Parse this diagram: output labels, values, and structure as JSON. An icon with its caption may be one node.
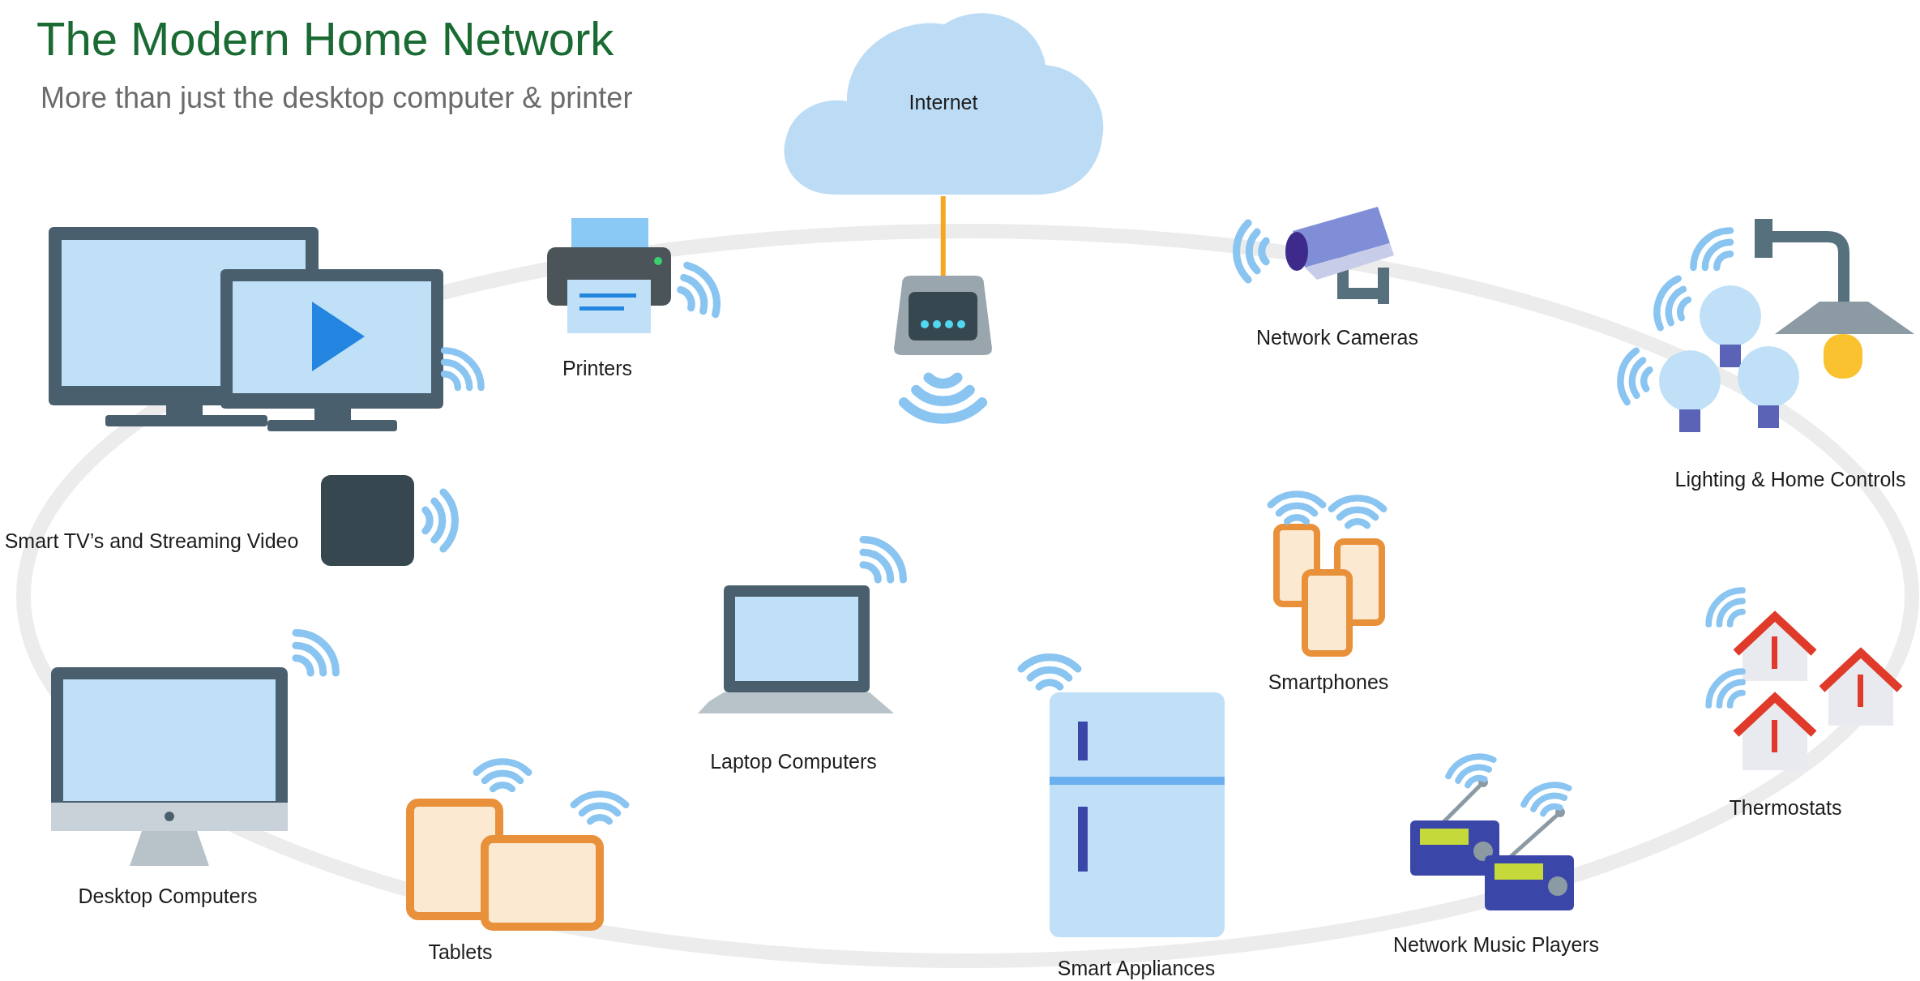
{
  "diagram": {
    "title": "The Modern Home Network",
    "nodes": [
      {
        "text": [
          "Internet"
        ]
      },
      {
        "text": [],
        "shape": "picture"
      }
    ],
    "edges": [
      {
        "from": 0,
        "to": 1,
        "arrow": "none"
      }
    ],
    "labels": [
      "More than just the desktop computer & printer",
      "Printers",
      "Network Cameras",
      "Smart TV’s and Streaming Video",
      "Lighting & Home Controls",
      "Smartphones",
      "Laptop Computers",
      "Thermostats",
      "Desktop Computers",
      "Network Music Players",
      "Tablets",
      "Smart Appliances"
    ]
  }
}
